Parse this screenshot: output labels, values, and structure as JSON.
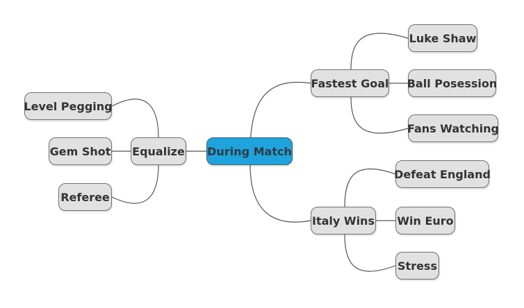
{
  "mindmap": {
    "root": {
      "label": "During Match"
    },
    "right": [
      {
        "label": "Fastest Goal",
        "children": [
          {
            "label": "Luke Shaw"
          },
          {
            "label": "Ball Posession"
          },
          {
            "label": "Fans Watching"
          }
        ]
      },
      {
        "label": "Italy Wins",
        "children": [
          {
            "label": "Defeat England"
          },
          {
            "label": "Win Euro"
          },
          {
            "label": "Stress"
          }
        ]
      }
    ],
    "left": [
      {
        "label": "Equalize",
        "children": [
          {
            "label": "Level Pegging"
          },
          {
            "label": "Gem Shot"
          },
          {
            "label": "Referee"
          }
        ]
      }
    ]
  },
  "colors": {
    "root_fill": "#1fa3dc",
    "node_fill": "#e1e1e1",
    "border": "#6f6f6f",
    "line": "#555555"
  }
}
